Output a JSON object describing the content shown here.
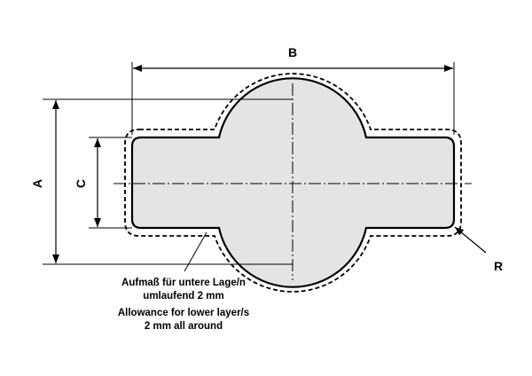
{
  "labels": {
    "dim_a": "A",
    "dim_b": "B",
    "dim_c": "C",
    "radius": "R"
  },
  "note_de": {
    "line1": "Aufmaß für untere Lage/n",
    "line2": "umlaufend 2 mm"
  },
  "note_en": {
    "line1": "Allowance for lower layer/s",
    "line2": "2 mm all around"
  },
  "colors": {
    "part_fill": "#e4e4e4",
    "stroke": "#000000"
  }
}
